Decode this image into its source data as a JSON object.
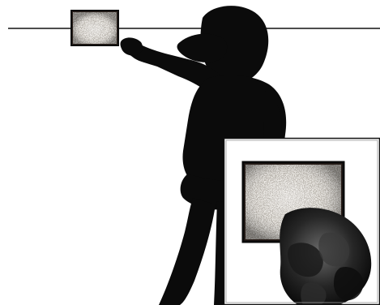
{
  "image": {
    "palette": {
      "background": "#ffffff",
      "silhouette": "#0b0b0b",
      "line": "#111111",
      "box_fill": "#2a1f1a",
      "box_noise_light": "#d8d0c8",
      "box_noise_mid": "#8a7e74",
      "hand_dark": "#050505",
      "hand_mid": "#2b2b2b",
      "hand_light": "#7a7a7a"
    },
    "elements": [
      "horizontal-line",
      "textured-box-small",
      "person-silhouette",
      "inset-panel",
      "textured-box-large",
      "hand-closeup"
    ]
  }
}
